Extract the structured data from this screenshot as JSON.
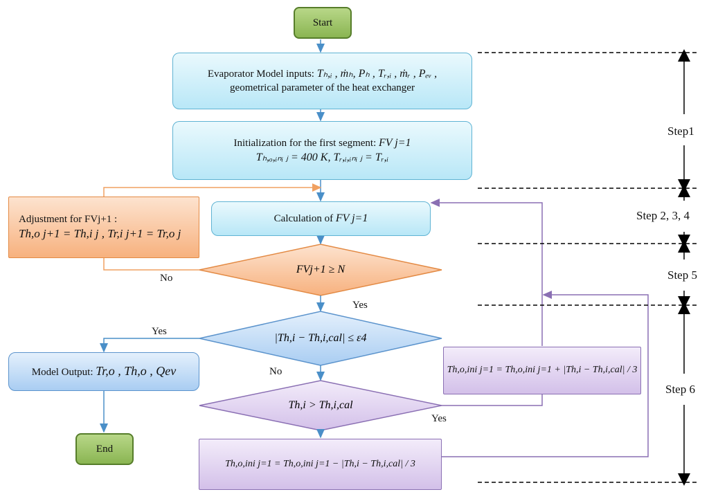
{
  "nodes": {
    "start": "Start",
    "end": "End",
    "inputs_line1": "Evaporator Model inputs:",
    "inputs_vars": "Tₕ,ᵢ , ṁₕ, Pₕ , Tᵣ,ᵢ , ṁᵣ , Pₑᵥ ,",
    "inputs_line2": "geometrical parameter of the heat exchanger",
    "init_line1": "Initialization for the first segment:",
    "init_var": "FV j=1",
    "init_line2": "Tₕ,ₒ,ᵢₙᵢ ⱼ = 400 K, Tᵣ,ᵢ,ᵢₙᵢ ⱼ = Tᵣ,ᵢ",
    "calc_label": "Calculation of",
    "calc_var": "FV j=1",
    "adjust_label": "Adjustment for FVj+1 :",
    "adjust_eq": "Th,o j+1 = Th,i j , Tr,i j+1 = Tr,o j",
    "decision1": "FVj+1 ≥ N",
    "decision2": "|Th,i − Th,i,cal| ≤ ε4",
    "decision3": "Th,i > Th,i,cal",
    "output_label": "Model Output:",
    "output_vars": "Tr,o , Th,o , Qev",
    "update_right": "Th,o,ini j=1 = Th,o,ini j=1 + |Th,i − Th,i,cal| / 3",
    "update_bottom": "Th,o,ini j=1 = Th,o,ini j=1 − |Th,i − Th,i,cal| / 3"
  },
  "edge_labels": {
    "no_1": "No",
    "yes_1": "Yes",
    "yes_2": "Yes",
    "no_2": "No",
    "yes_3": "Yes"
  },
  "steps": [
    "Step1",
    "Step 2, 3, 4",
    "Step 5",
    "Step 6"
  ],
  "colors": {
    "arrow_blue": "#4a8fc8",
    "arrow_orange": "#f0a060",
    "arrow_purple": "#8a6fb3"
  }
}
